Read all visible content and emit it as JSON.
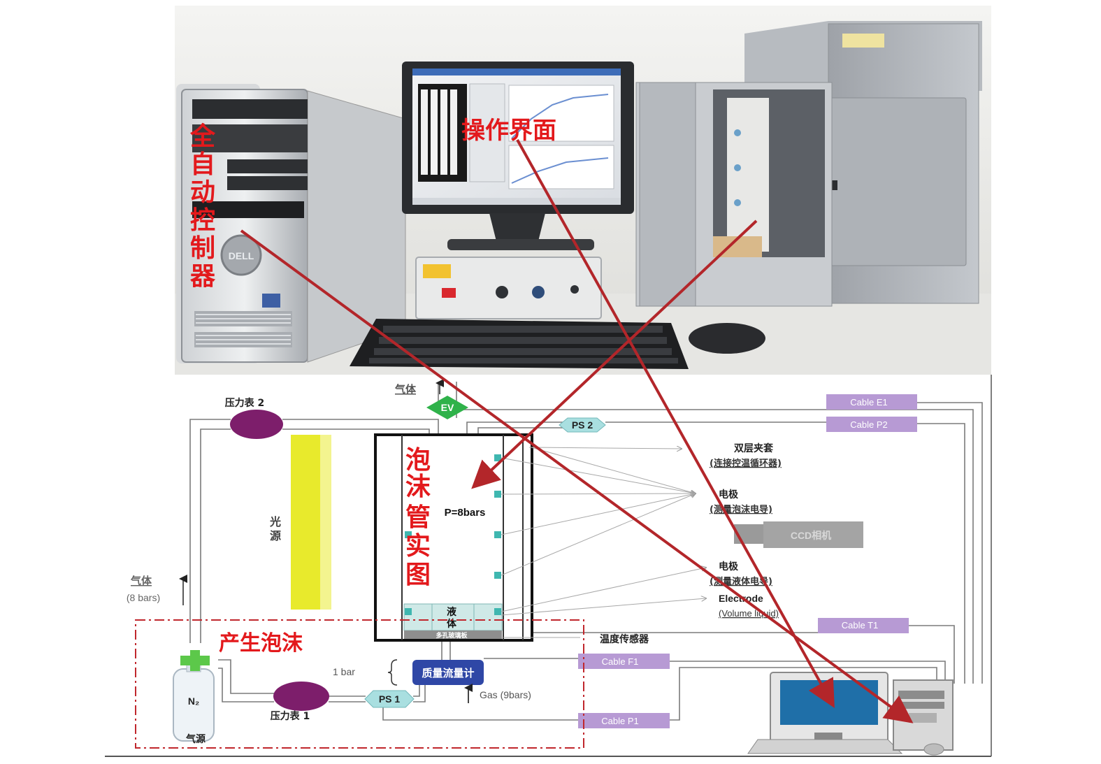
{
  "photo_labels": {
    "controller": [
      "全",
      "自",
      "动",
      "控",
      "制",
      "器"
    ],
    "interface": "操作界面"
  },
  "photo_brand": "DELL",
  "schematic": {
    "gas_top": "气体",
    "pressure_gauge_2": "压力表 2",
    "pressure_gauge_1": "压力表 1",
    "ev": "EV",
    "ps2": "PS 2",
    "ps1": "PS 1",
    "light_source": [
      "光",
      "源"
    ],
    "foam_tube_label": [
      "泡",
      "沫",
      "管",
      "实",
      "图"
    ],
    "pressure_reading": "P=8bars",
    "liquid": [
      "液",
      "体"
    ],
    "base_plate": "多孔玻璃板",
    "gas_left": "气体",
    "gas_left_pressure": "(8 bars)",
    "foam_generation": "产生泡沫",
    "n2": "N₂",
    "gas_source": "气源",
    "one_bar": "1 bar",
    "mass_flow": "质量流量计",
    "gas_9bars": "Gas (9bars)",
    "double_jacket": "双层夹套",
    "double_jacket_note": "(连接控温循环器)",
    "electrode_1": "电极",
    "electrode_1_note": "(测量泡沫电导)",
    "ccd": "CCD相机",
    "electrode_2": "电极",
    "electrode_2_note": "(测量液体电导)",
    "electrode_en": "Electrode",
    "electrode_en_note": "(Volume liquid)",
    "temp_sensor": "温度传感器"
  },
  "cables": {
    "e1": "Cable E1",
    "p2": "Cable P2",
    "t1": "Cable T1",
    "f1": "Cable F1",
    "p1": "Cable P1"
  },
  "colors": {
    "annotation_red": "#e3191c",
    "arrow_red": "#b3262a",
    "gauge_purple": "#7d1e6b",
    "ps_teal": "#a9dfe0",
    "ev_green": "#2fb24a",
    "cable_fill": "#b79ad4",
    "light_yellow": "#e8ea2c",
    "flowmeter_blue": "#2f47a6"
  }
}
